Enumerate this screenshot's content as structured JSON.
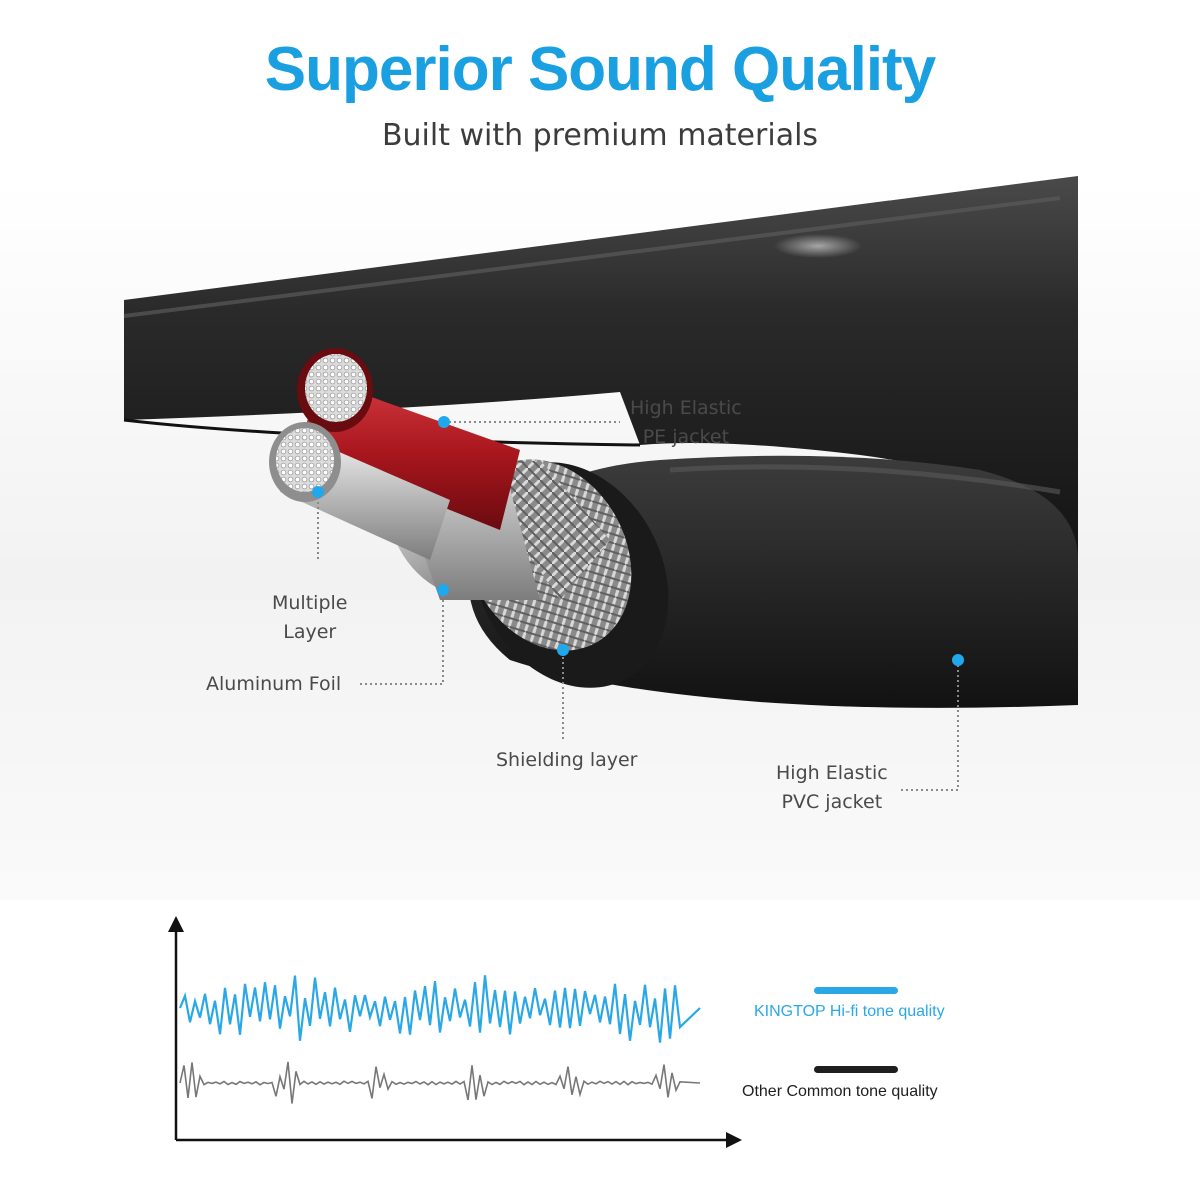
{
  "header": {
    "title": "Superior Sound Quality",
    "subtitle": "Built with premium materials"
  },
  "callouts": {
    "pe_jacket": [
      "High Elastic",
      "PE jacket"
    ],
    "multiple_layer": [
      "Multiple",
      "Layer"
    ],
    "aluminum_foil": "Aluminum Foil",
    "shielding_layer": "Shielding layer",
    "pvc_jacket": [
      "High Elastic",
      "PVC jacket"
    ]
  },
  "legend": {
    "hifi": {
      "label": "KINGTOP Hi-fi tone quality",
      "color": "#2aa8e6"
    },
    "common": {
      "label": "Other Common tone quality",
      "color": "#1f1f1f"
    }
  },
  "colors": {
    "accent": "#1aa0e0",
    "cable": "#262626",
    "red_core": "#a8161d"
  }
}
